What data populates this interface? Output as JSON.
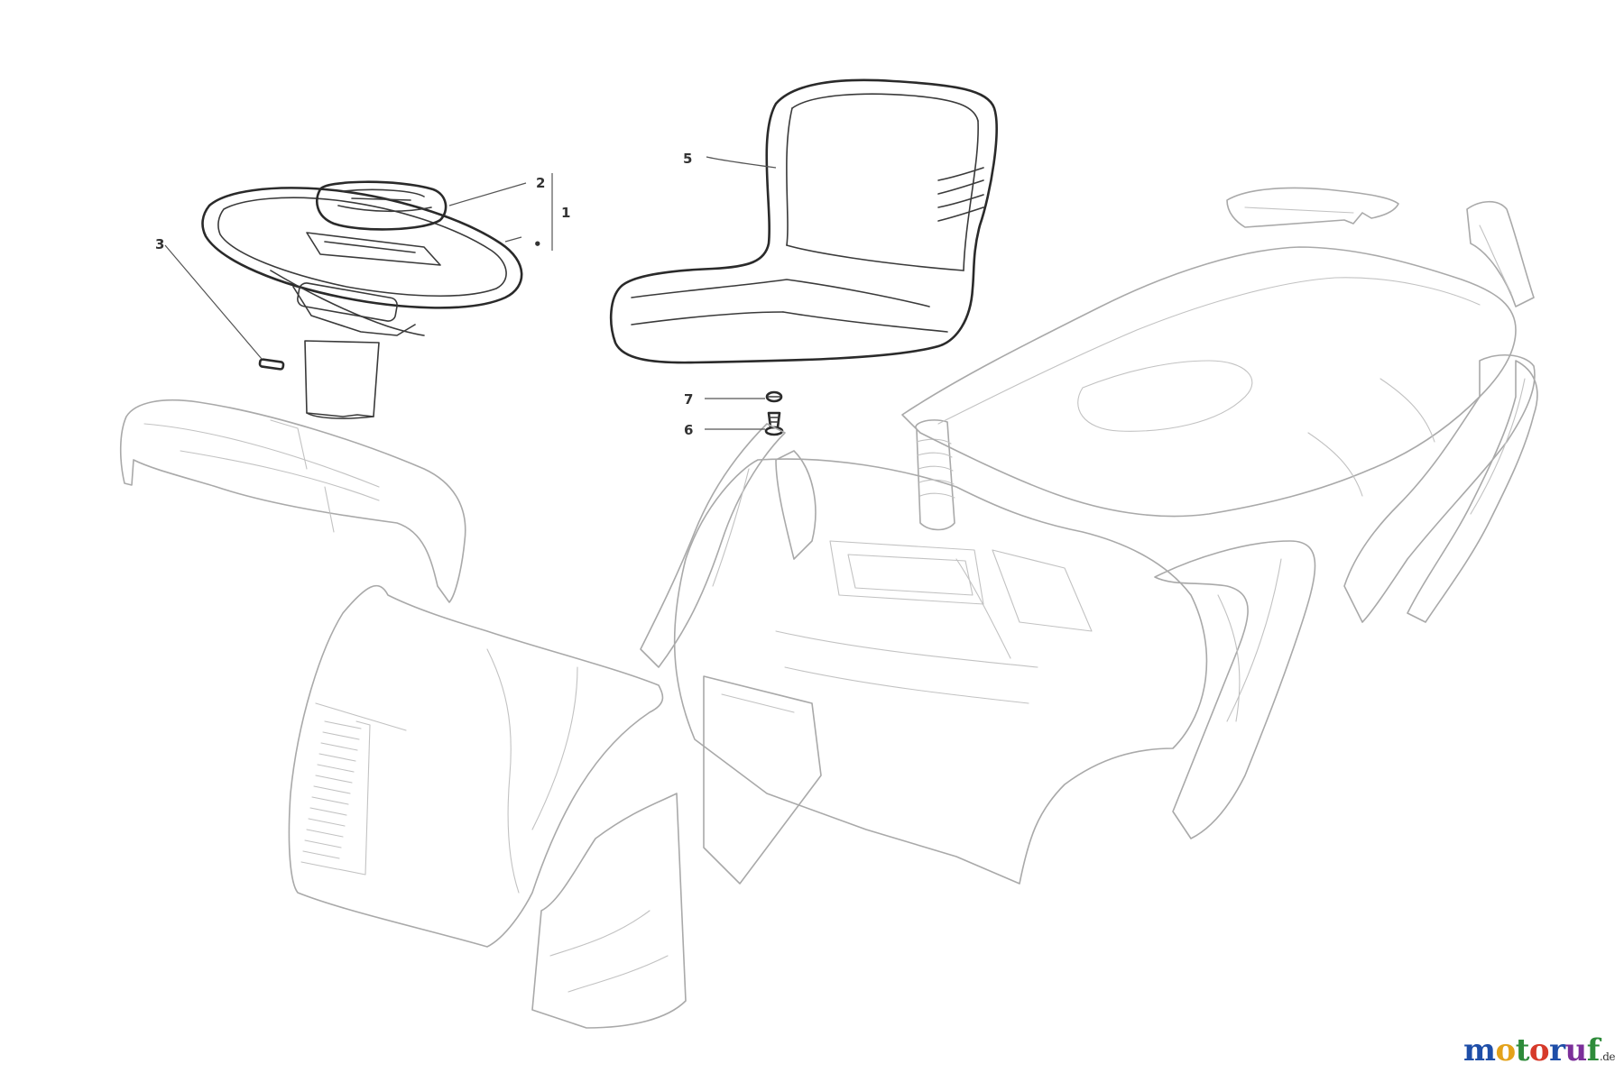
{
  "callouts": {
    "c1": "1",
    "c2": "2",
    "c3": "3",
    "c5": "5",
    "c6": "6",
    "c7": "7",
    "cdot": "•"
  },
  "watermark": {
    "letters": [
      "m",
      "o",
      "t",
      "o",
      "r",
      "u",
      "f"
    ],
    "tld": ".de",
    "colors": [
      "#1e4ea8",
      "#e3a21a",
      "#2e8b3a",
      "#d63a2a",
      "#1e4ea8",
      "#7b2f9a",
      "#2e8b3a"
    ]
  }
}
